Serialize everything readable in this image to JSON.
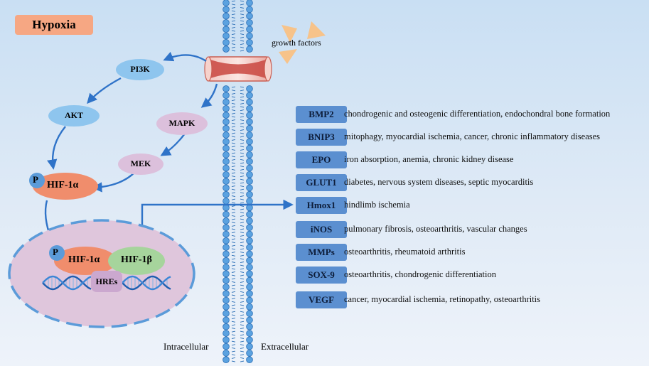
{
  "title": "Hypoxia",
  "growth_factors": "growth factors",
  "pathway": {
    "pi3k": "PI3K",
    "akt": "AKT",
    "mapk": "MAPK",
    "mek": "MEK",
    "p": "P",
    "hif1a": "HIF-1α"
  },
  "nucleus": {
    "p": "P",
    "hif1a": "HIF-1α",
    "hif1b": "HIF-1β",
    "hres": "HREs"
  },
  "labels": {
    "intracellular": "Intracellular",
    "extracellular": "Extracellular"
  },
  "targets": [
    {
      "gene": "BMP2",
      "function": "chondrogenic and osteogenic differentiation, endochondral bone formation"
    },
    {
      "gene": "BNIP3",
      "function": "mitophagy, myocardial ischemia, cancer, chronic inflammatory diseases"
    },
    {
      "gene": "EPO",
      "function": "iron absorption, anemia, chronic kidney disease"
    },
    {
      "gene": "GLUT1",
      "function": "diabetes, nervous system diseases, septic myocarditis"
    },
    {
      "gene": "Hmox1",
      "function": "hindlimb ischemia"
    },
    {
      "gene": "iNOS",
      "function": "pulmonary fibrosis, osteoarthritis, vascular changes"
    },
    {
      "gene": "MMPs",
      "function": "osteoarthritis, rheumatoid arthritis"
    },
    {
      "gene": "SOX-9",
      "function": "osteoarthritis, chondrogenic differentiation"
    },
    {
      "gene": "VEGF",
      "function": "cancer, myocardial ischemia, retinopathy, osteoarthritis"
    }
  ],
  "colors": {
    "arrow": "#2f73c8",
    "gene_box": "#5b8fd0",
    "pathway_blue": "#8ec5ee",
    "pathway_pink": "#dcc0dc",
    "hif1a": "#f08d6c",
    "hif1b": "#a6d49c",
    "nucleus": "#dfc6dc"
  }
}
